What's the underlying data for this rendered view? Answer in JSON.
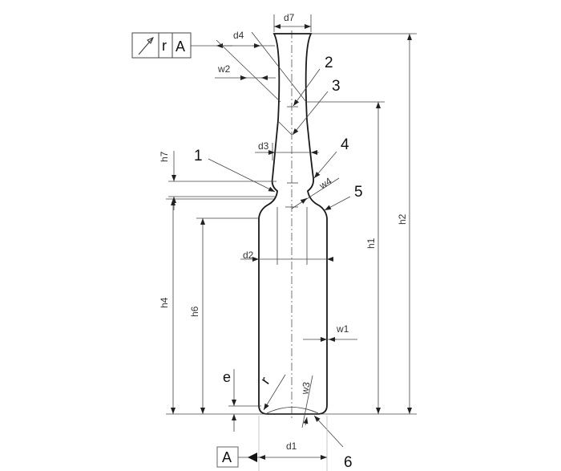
{
  "title": "Ampoule technical drawing",
  "tolerance_frame": {
    "symbol": "circular-runout-arrow",
    "tolerance": "r",
    "datum": "A"
  },
  "datum_marker": "A",
  "dimensions": {
    "d7": "d7",
    "d4": "d4",
    "w2": "w2",
    "d3": "d3",
    "h7": "h7",
    "w4": "w4",
    "d2": "d2",
    "h4": "h4",
    "h6": "h6",
    "h1": "h1",
    "h2": "h2",
    "w1": "w1",
    "e": "e",
    "r": "r",
    "w3": "w3",
    "d1": "d1"
  },
  "callouts": [
    "1",
    "2",
    "3",
    "4",
    "5",
    "6"
  ]
}
